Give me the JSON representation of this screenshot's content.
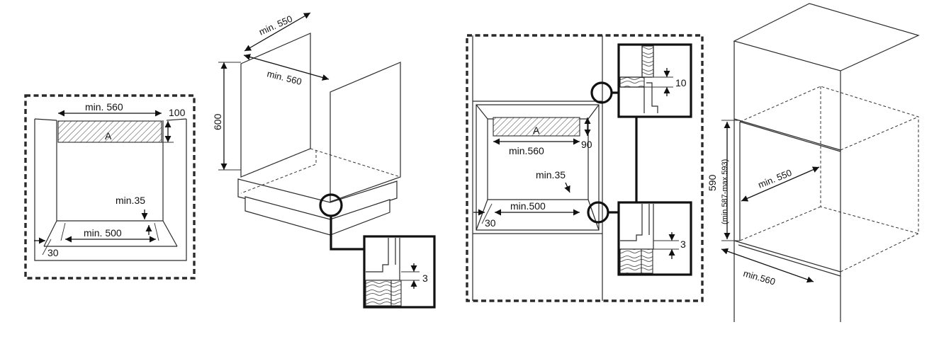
{
  "colors": {
    "line": "#2a2a2a",
    "background": "#ffffff"
  },
  "fig1": {
    "w560": "min. 560",
    "d100": "100",
    "a": "A",
    "min35": "min.35",
    "min500": "min. 500",
    "d30": "30"
  },
  "fig2": {
    "min550": "min. 550",
    "min560": "min. 560",
    "d600": "600",
    "d3": "3"
  },
  "fig3": {
    "a": "A",
    "d90": "90",
    "min560": "min.560",
    "min35": "min.35",
    "min500": "min.500",
    "d30": "30",
    "d10": "10",
    "d3": "3"
  },
  "fig4": {
    "min550": "min. 550",
    "d590": "590",
    "range": "(min.587-max.593)",
    "min560": "min.560"
  }
}
